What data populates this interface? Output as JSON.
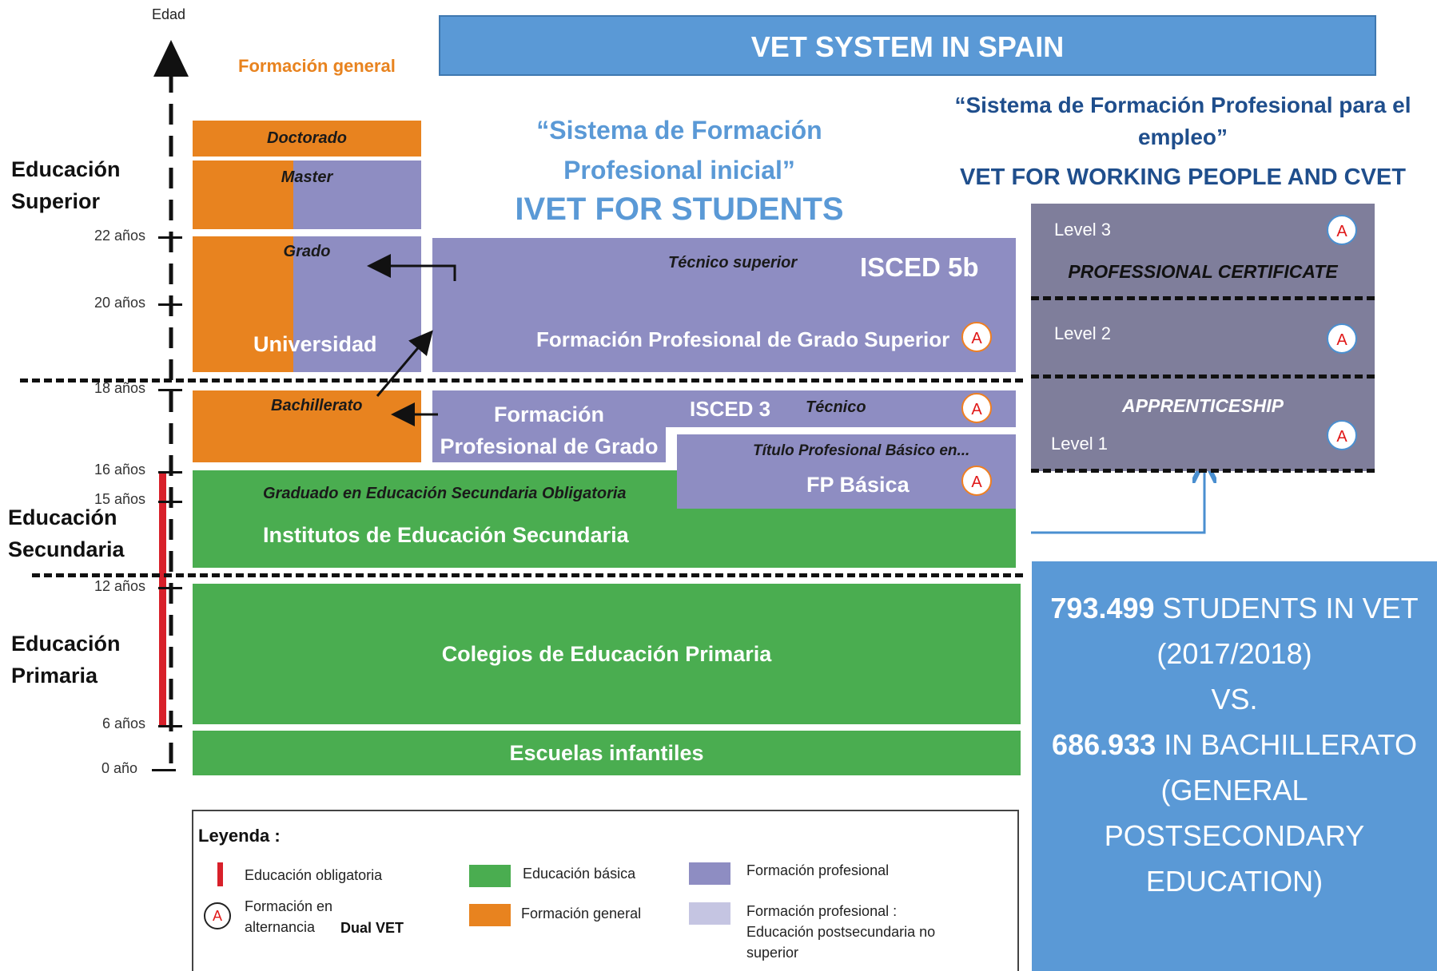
{
  "axis": {
    "label": "Edad"
  },
  "header_banner": "VET SYSTEM IN SPAIN",
  "top_label_general": "Formación general",
  "ivet": {
    "quote": "“Sistema de Formación Profesional inicial”",
    "title": "IVET FOR STUDENTS"
  },
  "cvet": {
    "quote": "“Sistema de Formación Profesional para el empleo”",
    "title": "VET FOR WORKING PEOPLE AND CVET"
  },
  "stages": {
    "superior": "Educación Superior",
    "secundaria": "Educación Secundaria",
    "primaria": "Educación Primaria"
  },
  "ages": [
    "22 años",
    "20 años",
    "18 años",
    "16 años",
    "15 años",
    "12 años",
    "6 años",
    "0 año"
  ],
  "blocks": {
    "doctorado": "Doctorado",
    "master": "Master",
    "grado": "Grado",
    "universidad": "Universidad",
    "bachillerato": "Bachillerato",
    "tecnico_superior": "Técnico superior",
    "isced5b": "ISCED 5b",
    "fp_grado_superior": "Formación Profesional de Grado Superior",
    "fp_grado_medio": "Formación Profesional de Grado Medio",
    "isced3": "ISCED 3",
    "tecnico": "Técnico",
    "titulo_basico": "Título Profesional Básico en...",
    "fp_basica": "FP Básica",
    "graduado_eso": "Graduado en Educación Secundaria Obligatoria",
    "institutos": "Institutos de Educación Secundaria",
    "colegios": "Colegios de Educación Primaria",
    "escuelas": "Escuelas infantiles"
  },
  "alternancia_marker": "A",
  "cvet_levels": {
    "level3": "Level 3",
    "professional_certificate": "PROFESSIONAL CERTIFICATE",
    "level2": "Level 2",
    "apprenticeship": "APPRENTICESHIP",
    "level1": "Level  1"
  },
  "stats": {
    "n1": "793.499",
    "t1": " STUDENTS IN VET (2017/2018)",
    "vs": "VS.",
    "n2": "686.933",
    "t2": " IN BACHILLERATO (GENERAL POSTSECONDARY EDUCATION)"
  },
  "legend": {
    "title": "Leyenda :",
    "obligatoria": "Educación obligatoria",
    "alternancia": "Formación en alternancia",
    "dual": "Dual VET",
    "basica": "Educación básica",
    "general": "Formación general",
    "profesional": "Formación profesional",
    "postsec": "Formación profesional : Educación postsecundaria no superior"
  },
  "colors": {
    "orange": "#e8831f",
    "purple": "#8e8dc2",
    "green": "#4aad50",
    "light_purple": "#c5c5e2",
    "banner_blue": "#5a99d6",
    "grey_panel": "#7f7e9b",
    "obligatoria_red": "#d8202a"
  }
}
